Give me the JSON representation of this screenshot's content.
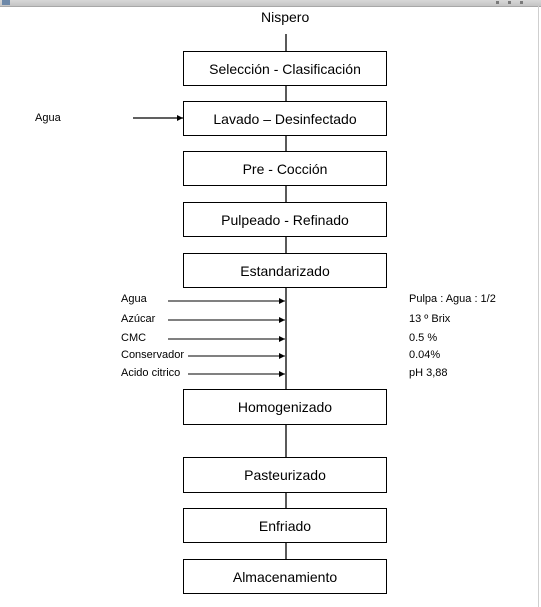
{
  "diagram": {
    "title": "Nispero",
    "steps": [
      "Selección - Clasificación",
      "Lavado – Desinfectado",
      "Pre - Cocción",
      "Pulpeado - Refinado",
      "Estandarizado",
      "Homogenizado",
      "Pasteurizado",
      "Enfriado",
      "Almacenamiento"
    ],
    "wash_input": "Agua",
    "standardization_inputs": [
      {
        "name": "Agua",
        "spec": "Pulpa : Agua : 1/2"
      },
      {
        "name": "Azúcar",
        "spec": "13 º Brix"
      },
      {
        "name": "CMC",
        "spec": "0.5 %"
      },
      {
        "name": "Conservador",
        "spec": "0.04%"
      },
      {
        "name": "Acido citrico",
        "spec": "pH 3,88"
      }
    ]
  }
}
